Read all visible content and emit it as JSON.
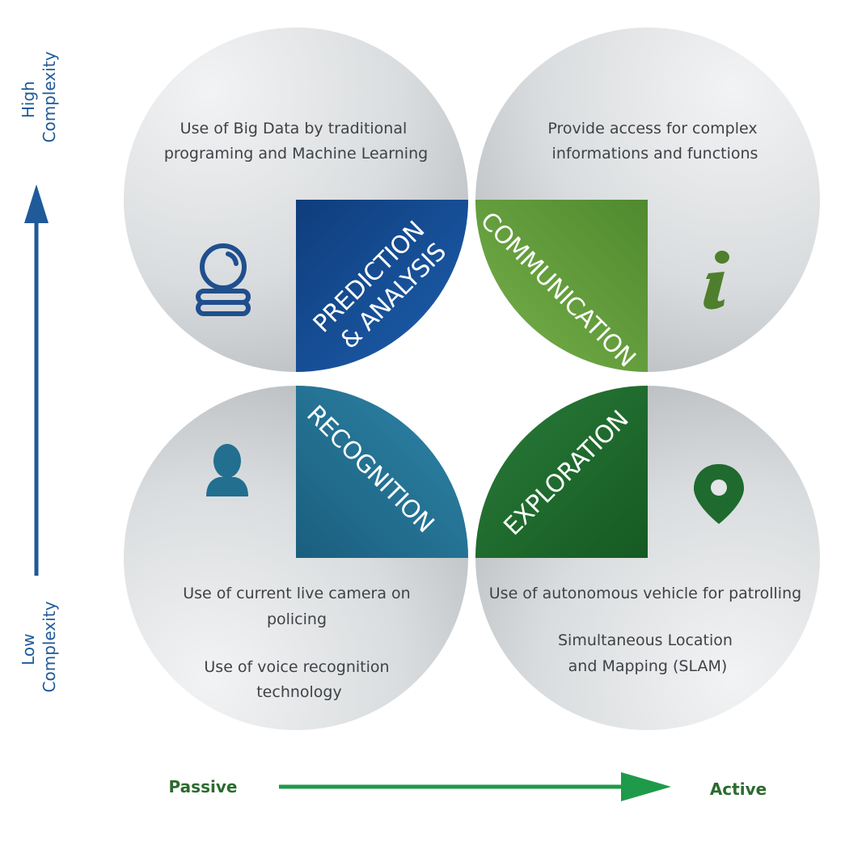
{
  "axes": {
    "y_top": [
      "High",
      "Complexity"
    ],
    "y_bottom": [
      "Low",
      "Complexity"
    ],
    "x_left": "Passive",
    "x_right": "Active"
  },
  "quadrants": {
    "top_left": {
      "label": [
        "PREDICTION",
        "& ANALYSIS"
      ],
      "text": [
        "Use of Big Data by traditional",
        "programing and Machine Learning"
      ],
      "icon": "crystal-ball-icon",
      "color": "#1a4f96"
    },
    "top_right": {
      "label": [
        "COMMUNICATION"
      ],
      "text": [
        "Provide access for complex",
        "informations and functions"
      ],
      "icon": "info-icon",
      "color": "#5e9a3a"
    },
    "bottom_left": {
      "label": [
        "RECOGNITION"
      ],
      "text": [
        "Use  of current live camera on",
        "policing",
        "Use of voice recognition",
        "technology"
      ],
      "icon": "person-icon",
      "color": "#226f8f"
    },
    "bottom_right": {
      "label": [
        "EXPLORATION"
      ],
      "text": [
        "Use of autonomous vehicle for patrolling",
        "Simultaneous Location",
        "and Mapping (SLAM)"
      ],
      "icon": "location-pin-icon",
      "color": "#1f6a2e"
    }
  },
  "colors": {
    "axis_blue": "#1f5a99",
    "axis_green": "#1f9a4a",
    "circle_light": "#eceeef",
    "circle_dark": "#b9bdc0"
  }
}
